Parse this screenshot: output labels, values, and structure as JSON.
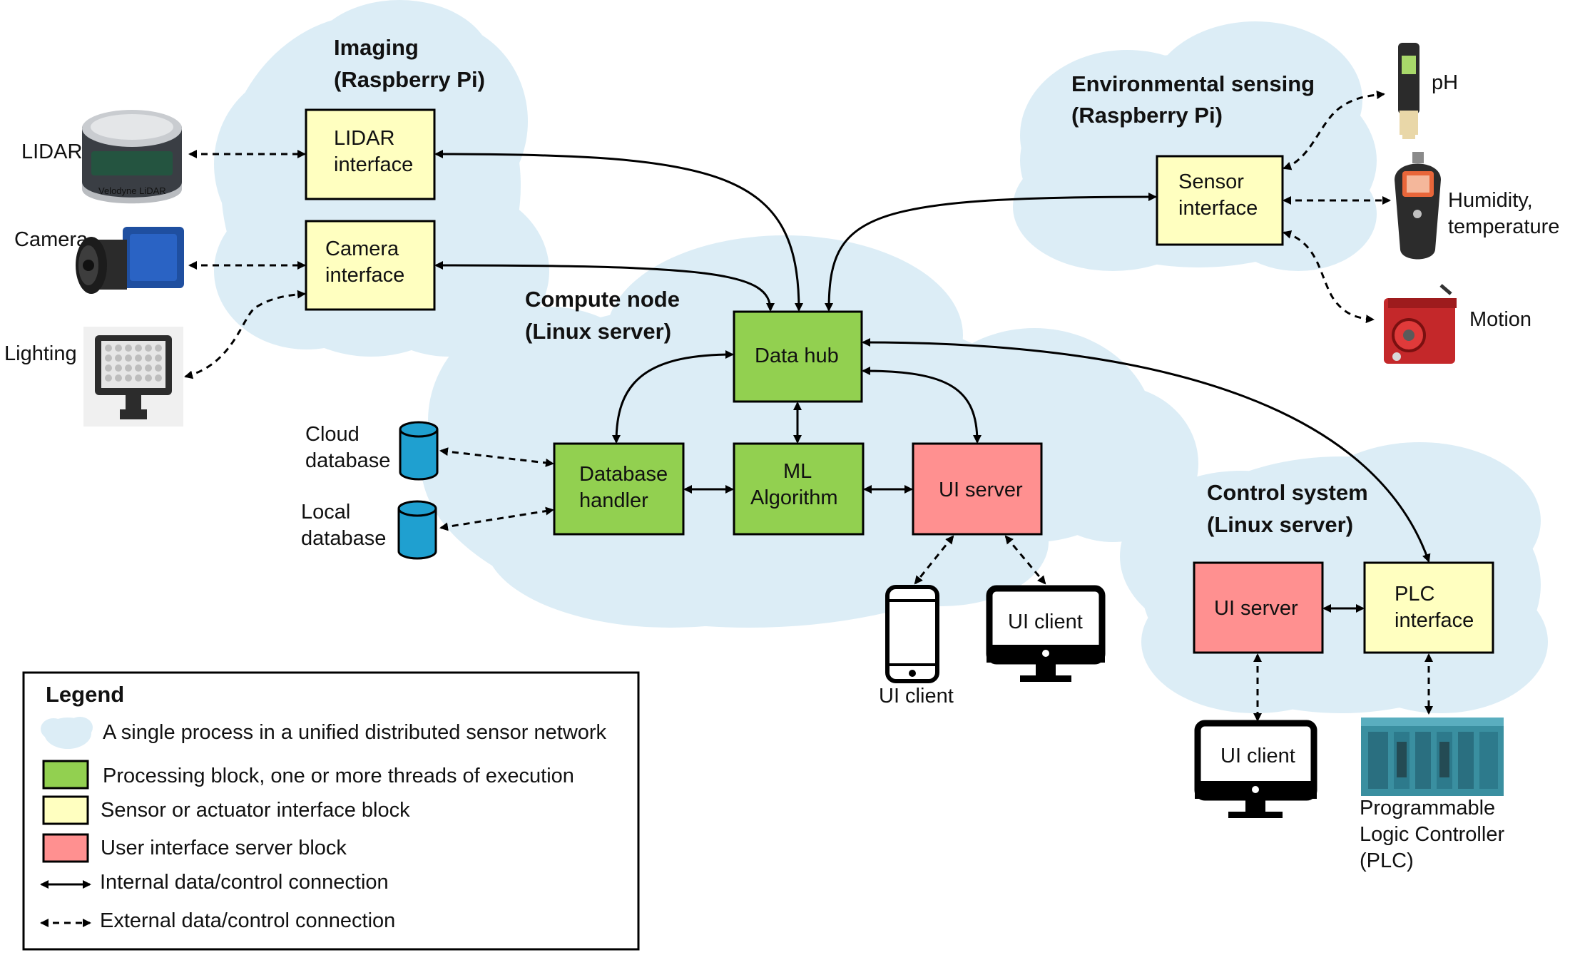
{
  "colors": {
    "cloud": "#dcedf6",
    "processing": "#92d050",
    "interface": "#ffffc0",
    "ui_server": "#ff9090",
    "database": "#1fa0d0"
  },
  "groups": {
    "imaging": [
      "Imaging",
      "(Raspberry Pi)"
    ],
    "environmental": [
      "Environmental sensing",
      "(Raspberry Pi)"
    ],
    "compute": [
      "Compute node",
      "(Linux server)"
    ],
    "control": [
      "Control system",
      "(Linux server)"
    ]
  },
  "blocks": {
    "lidar_interface": [
      "LIDAR",
      "interface"
    ],
    "camera_interface": [
      "Camera",
      "interface"
    ],
    "sensor_interface": [
      "Sensor",
      "interface"
    ],
    "data_hub": [
      "Data hub"
    ],
    "database_handler": [
      "Database",
      "handler"
    ],
    "ml_algorithm": [
      "ML",
      "Algorithm"
    ],
    "ui_server_compute": [
      "UI server"
    ],
    "ui_server_control": [
      "UI server"
    ],
    "plc_interface": [
      "PLC",
      "interface"
    ]
  },
  "devices": {
    "lidar": "LIDAR",
    "lidar_brand": "Velodyne LiDAR",
    "camera": "Camera",
    "lighting": "Lighting",
    "cloud_database": [
      "Cloud",
      "database"
    ],
    "local_database": [
      "Local",
      "database"
    ],
    "ph": "pH",
    "humidity": [
      "Humidity,",
      "temperature"
    ],
    "motion": "Motion",
    "ui_client_phone": "UI client",
    "ui_client_monitor_compute": "UI client",
    "ui_client_monitor_control": "UI client",
    "plc": [
      "Programmable",
      "Logic Controller",
      "(PLC)"
    ]
  },
  "legend": {
    "title": "Legend",
    "items": [
      "A single process in a unified distributed sensor network",
      "Processing block, one or more threads of execution",
      "Sensor or actuator interface block",
      "User interface server block",
      "Internal data/control connection",
      "External data/control connection"
    ]
  }
}
